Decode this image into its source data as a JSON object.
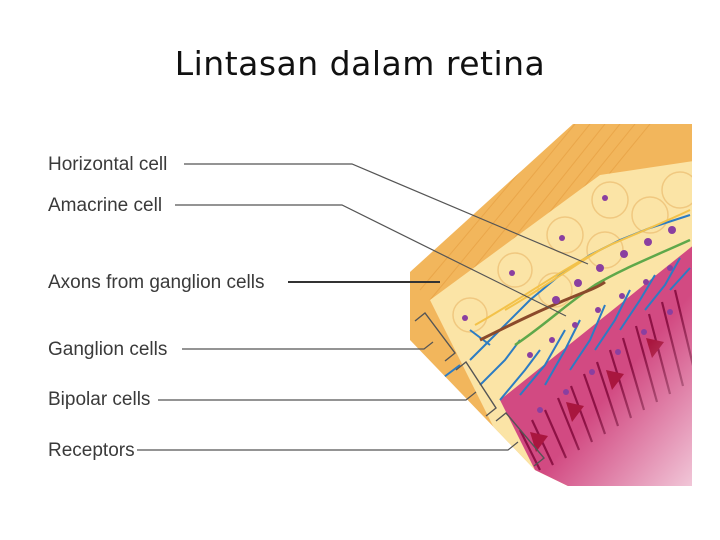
{
  "title": "Lintasan dalam retina",
  "labels": {
    "horizontal": "Horizontal cell",
    "amacrine": "Amacrine cell",
    "axons": "Axons from ganglion cells",
    "ganglion": "Ganglion cells",
    "bipolar": "Bipolar cells",
    "receptors": "Receptors"
  },
  "colors": {
    "outer_layer": "#f4b860",
    "ganglion_layer": "#fbe5a8",
    "axon": "#8b4a2b",
    "bipolar": "#2f7fc1",
    "amacrine": "#6aa84f",
    "receptor": "#c2185b",
    "cell_body": "#8a3fa0"
  }
}
